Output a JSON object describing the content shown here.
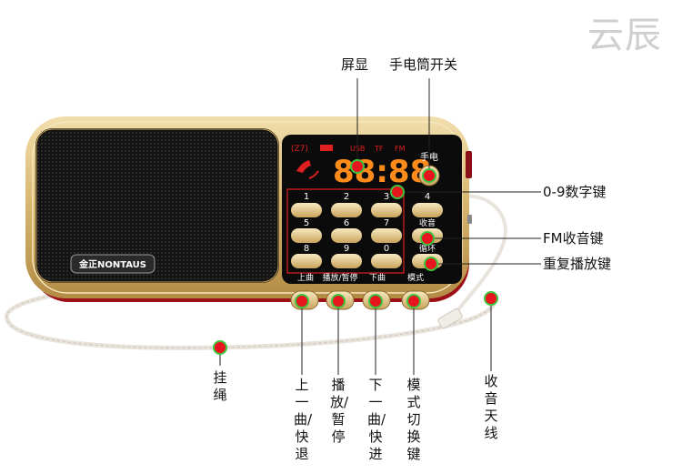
{
  "watermark": "云辰",
  "brand_logo": "金正NONTAUS",
  "display": {
    "indicators": [
      "USB",
      "TF",
      "FM"
    ],
    "digits": "88:88"
  },
  "buttons": {
    "flashlight": "手电",
    "number_keys": [
      "1",
      "2",
      "3",
      "4",
      "5",
      "6",
      "7",
      "8",
      "9",
      "0"
    ],
    "radio": "收音",
    "repeat": "循环",
    "bottom": [
      "上曲",
      "播放/暂停",
      "下曲",
      "模式"
    ]
  },
  "callouts": {
    "screen": "屏显",
    "flashlight_switch": "手电筒开关",
    "number_keys": "0-9数字键",
    "fm_radio_key": "FM收音键",
    "repeat_play_key": "重复播放键",
    "lanyard": "挂绳",
    "prev_track": "上一曲/快退",
    "play_pause": "播放/暂停",
    "next_track": "下一曲/快进",
    "mode_switch": "模式切换键",
    "antenna": "收音天线"
  },
  "colors": {
    "marker": "#e8141e",
    "marker_ring": "#3ec43e",
    "gold": "#d4b26a",
    "display_orange": "#ff8c1a",
    "display_red": "#e02020",
    "body_red": "#b8141c"
  }
}
